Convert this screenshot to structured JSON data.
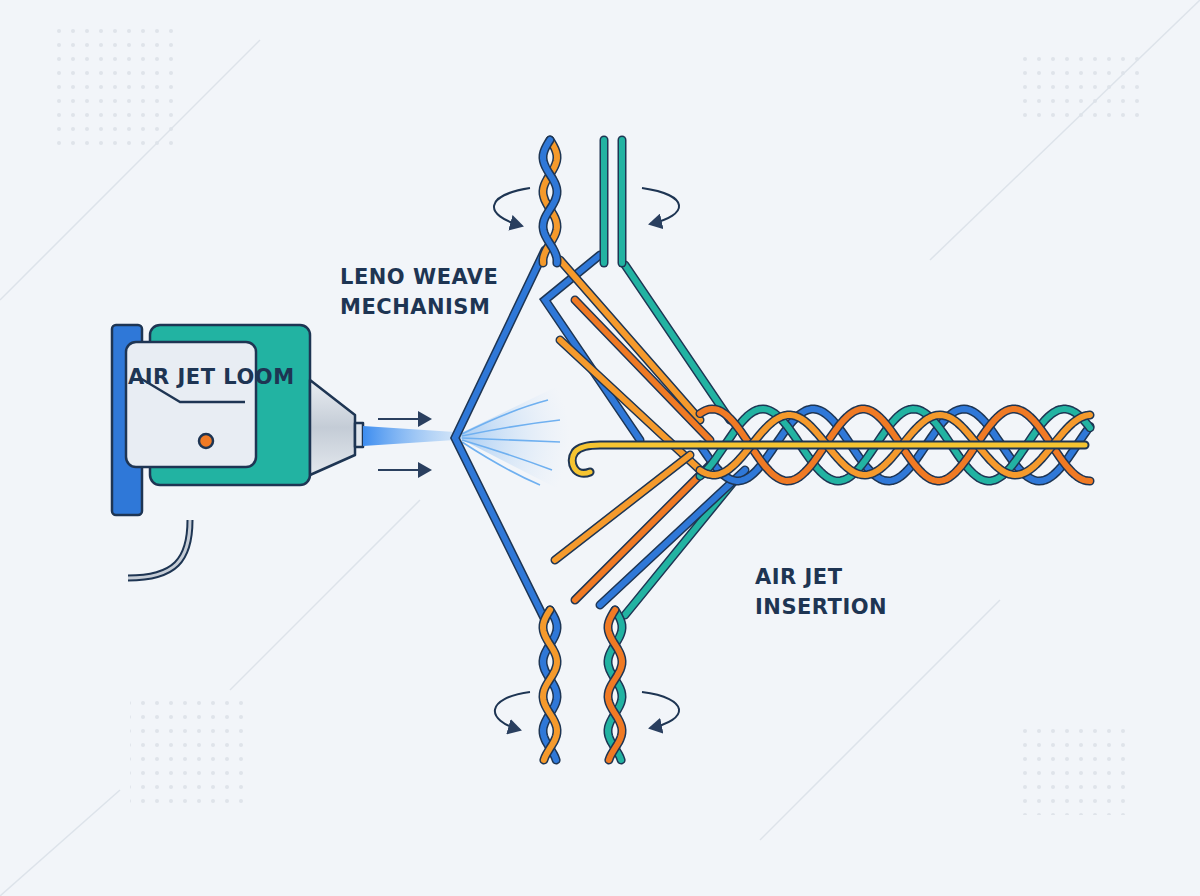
{
  "diagram": {
    "labels": [
      "AIR JET LOOM",
      "LENO WEAVE MECHANISM",
      "AIR JET INSERTION"
    ]
  }
}
